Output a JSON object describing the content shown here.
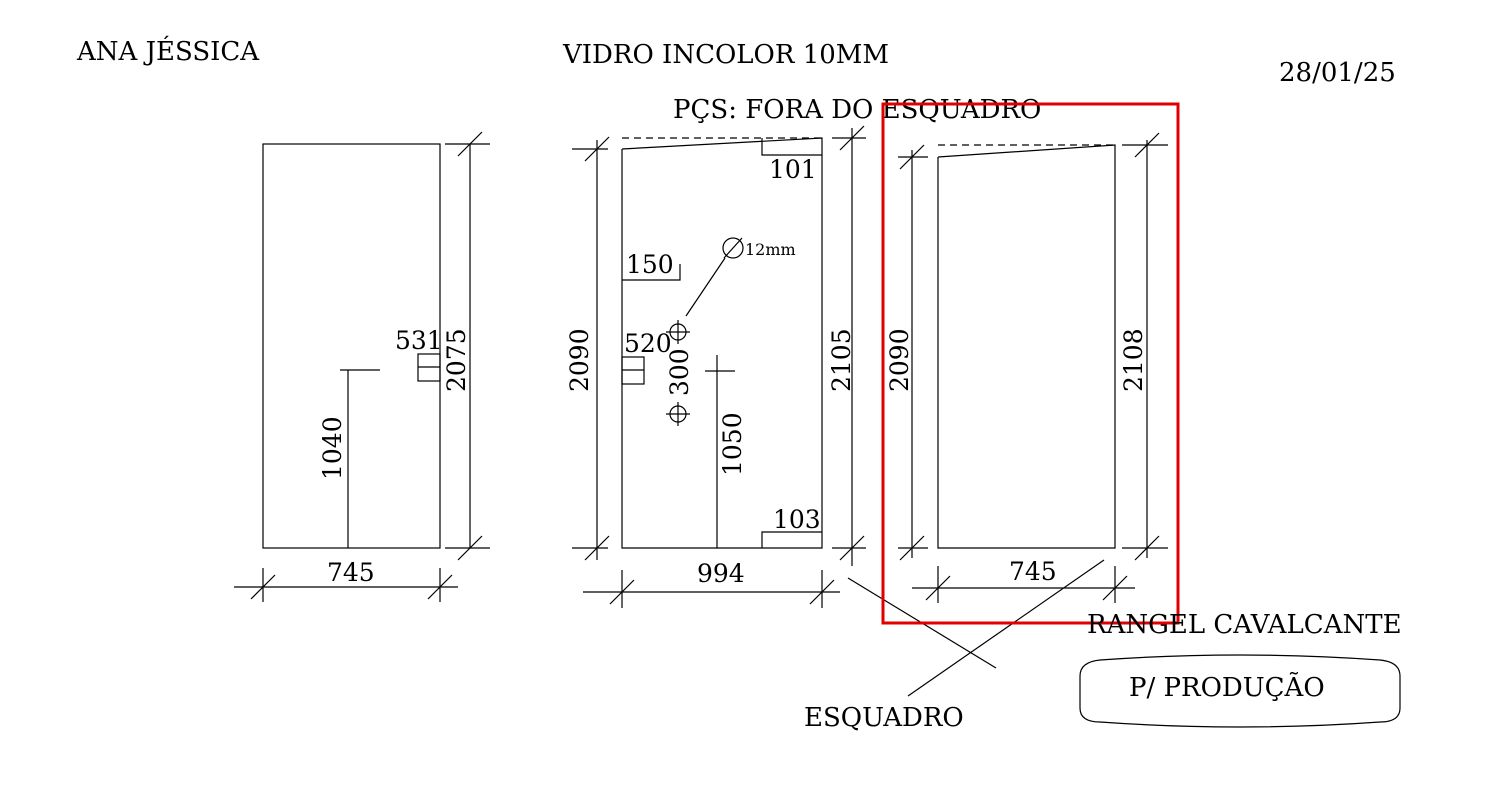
{
  "header": {
    "client": "ANA JÉSSICA",
    "material": "VIDRO INCOLOR 10MM",
    "date": "28/01/25",
    "note": "PÇS: FORA DO ESQUADRO"
  },
  "piece_1": {
    "width": "745",
    "height": "2075",
    "handle_height": "1040",
    "notch": "531"
  },
  "piece_2": {
    "width": "994",
    "height_left": "2090",
    "height_right": "2105",
    "top_offset": "101",
    "bottom_offset": "103",
    "hole_x": "150",
    "hole_diameter": "12mm",
    "hole_spacing": "300",
    "notch": "520",
    "handle_height": "1050"
  },
  "piece_3": {
    "width": "745",
    "height_left": "2090",
    "height_right": "2108"
  },
  "footer": {
    "square_label": "ESQUADRO",
    "author": "RANGEL CAVALCANTE",
    "stamp": "P/ PRODUÇÃO"
  },
  "colors": {
    "lines": "#000000",
    "highlight": "#e00000",
    "background": "#ffffff"
  }
}
